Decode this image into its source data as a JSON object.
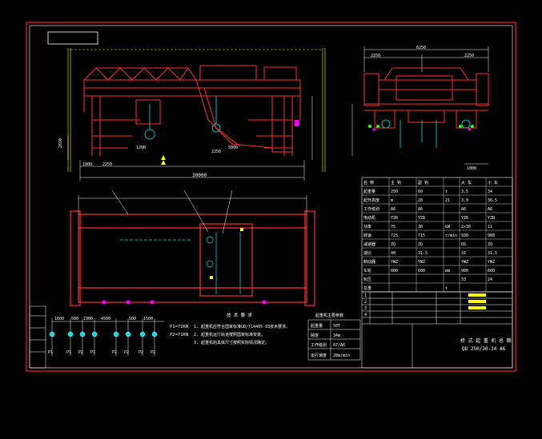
{
  "drawing": {
    "colors": {
      "background": "#000000",
      "frame": "#ff2020",
      "linework": "#ffffff",
      "structure": "#ff3030",
      "dimension": "#00e0e0",
      "accent": "#ffff00",
      "green": "#20ff20",
      "magenta": "#ff00ff"
    },
    "front_view": {
      "span_dim": "30000",
      "left_dim": "1000",
      "wheelbase": "2250",
      "trolley_dim": "2250",
      "right_dim": "5000",
      "height_dim": "2650",
      "hook_dim": "1200"
    },
    "side_view": {
      "overall_width": "6250",
      "left_dim": "2250",
      "right_dim": "2250",
      "bottom_dim": "1000"
    },
    "rail_loads": {
      "top_dims": [
        "1600",
        "500",
        "1900",
        "4500",
        "500",
        "1500"
      ],
      "labels": [
        "P1",
        "P1",
        "P2",
        "P1",
        "P2",
        "P2",
        "P2",
        "P2"
      ],
      "formula_1": "P1=72KN",
      "formula_2": "P2=71KN"
    },
    "tech_notes": {
      "title": "技 术 要 求",
      "lines": [
        "1. 起重机应符合国家标准GB/T14405-93技术要求。",
        "2. 起重机运行轨道按照国家标准安装。",
        "3. 起重机的具体尺寸按照实际情况确定。"
      ]
    },
    "param_small_table": {
      "title": "起重机主要参数",
      "rows": [
        [
          "起重量",
          "50T"
        ],
        [
          "跨度",
          "34m"
        ],
        [
          "工作级别",
          "A7/A6"
        ],
        [
          "运行速度",
          "28m/min"
        ]
      ]
    },
    "spec_table": {
      "header": [
        "名 称",
        "主 钩",
        "副 钩",
        "",
        "大 车",
        "小 车"
      ],
      "rows": [
        [
          "起重量",
          "250",
          "60",
          "t",
          "3.5",
          "34"
        ],
        [
          "起升高度",
          "m",
          "28",
          "21",
          "3.0",
          "36.5"
        ],
        [
          "工作级别",
          "A6",
          "A6",
          "",
          "A6",
          "A6"
        ],
        [
          "电动机",
          "YZR",
          "YZR",
          "",
          "YZR",
          "YZR"
        ],
        [
          "功率",
          "75",
          "30",
          "kW",
          "2×30",
          "11"
        ],
        [
          "转速",
          "725",
          "715",
          "r/min",
          "930",
          "908"
        ],
        [
          "减速器",
          "ZQ",
          "ZQ",
          "",
          "QS",
          "ZQ"
        ],
        [
          "速比",
          "40",
          "31.5",
          "",
          "16",
          "31.5"
        ],
        [
          "制动器",
          "YWZ",
          "YWZ",
          "",
          "YWZ",
          "YWZ"
        ],
        [
          "车轮",
          "800",
          "600",
          "mm",
          "900",
          "600"
        ],
        [
          "轮压",
          "",
          "",
          "",
          "33",
          "24"
        ],
        [
          "总重",
          "",
          "",
          "t",
          "",
          ""
        ]
      ]
    },
    "title_block": {
      "rows_left": [
        "1",
        "2",
        "3",
        "4"
      ],
      "title_cn": "桥 式 起 重 机 总 图",
      "drawing_no": "QD 250/30-34 A6"
    }
  }
}
